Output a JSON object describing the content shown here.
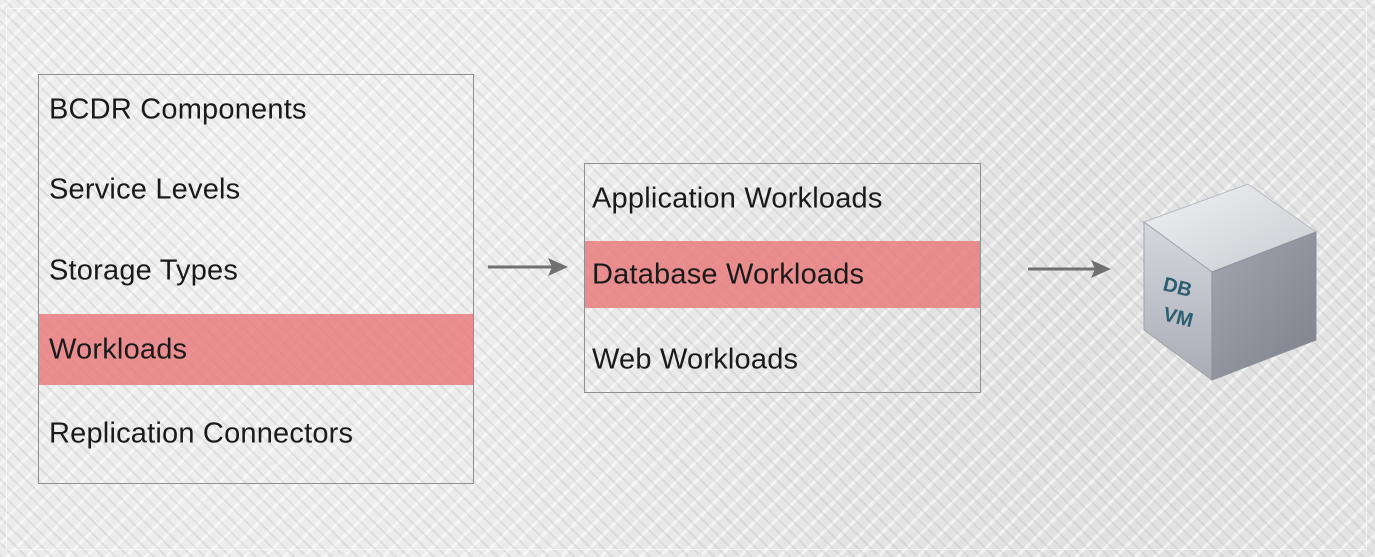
{
  "left_box": {
    "items": [
      {
        "label": "BCDR Components"
      },
      {
        "label": "Service Levels"
      },
      {
        "label": "Storage Types"
      },
      {
        "label": "Workloads",
        "highlighted": true
      },
      {
        "label": "Replication Connectors"
      }
    ]
  },
  "middle_box": {
    "items": [
      {
        "label": "Application Workloads"
      },
      {
        "label": "Database Workloads",
        "highlighted": true
      },
      {
        "label": "Web Workloads"
      }
    ]
  },
  "vm_icon": {
    "line1": "DB",
    "line2": "VM"
  },
  "colors": {
    "highlight": "#e8787a",
    "border": "#8f8f8f",
    "arrow": "#707070",
    "cube_label": "#2d5f73"
  }
}
